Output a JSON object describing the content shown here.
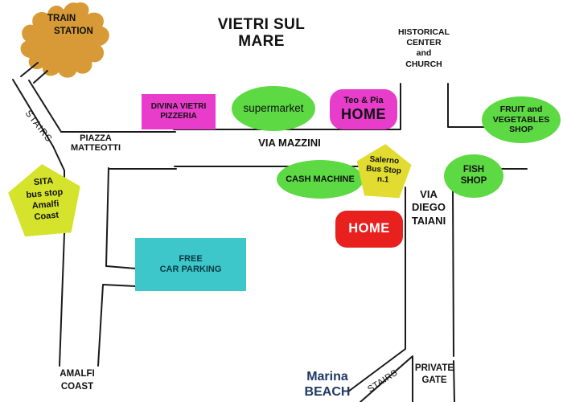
{
  "title": "VIETRI SUL MARE",
  "colors": {
    "train": "#D79A36",
    "magenta": "#E83CCB",
    "green": "#5CD943",
    "yellow": "#E2DC31",
    "lime": "#D5E32C",
    "cyan": "#3EC7CB",
    "red": "#E8201E",
    "navy": "#1F3864",
    "road": "#1A1A1A",
    "background": "#FFFFFF"
  },
  "places": {
    "train_station": {
      "lines": [
        "TRAIN",
        "STATION"
      ]
    },
    "pizzeria": {
      "lines": [
        "DIVINA VIETRI",
        "PIZZERIA"
      ]
    },
    "supermarket": {
      "label": "supermarket"
    },
    "teo_pia_home": {
      "lines": [
        "Teo & Pia",
        "HOME"
      ]
    },
    "historical_center": {
      "lines": [
        "HISTORICAL",
        "CENTER",
        "and",
        "CHURCH"
      ]
    },
    "fruit_shop": {
      "lines": [
        "FRUIT and",
        "VEGETABLES",
        "SHOP"
      ]
    },
    "cash_machine": {
      "label": "CASH MACHINE"
    },
    "salerno_bus_stop": {
      "lines": [
        "Salerno",
        "Bus Stop",
        "n.1"
      ]
    },
    "fish_shop": {
      "lines": [
        "FISH",
        "SHOP"
      ]
    },
    "home": {
      "label": "HOME"
    },
    "sita_bus_stop": {
      "lines": [
        "SITA",
        "bus stop",
        "Amalfi",
        "Coast"
      ]
    },
    "car_parking": {
      "lines": [
        "FREE",
        "CAR PARKING"
      ]
    }
  },
  "streets": {
    "piazza_matteotti": {
      "lines": [
        "PIAZZA",
        "MATTEOTTI"
      ]
    },
    "via_mazzini": {
      "label": "VIA MAZZINI"
    },
    "via_diego_taiani": {
      "lines": [
        "VIA",
        "DIEGO",
        "TAIANI"
      ]
    },
    "stairs_top": {
      "label": "STAIRS"
    },
    "stairs_bottom": {
      "label": "STAIRS"
    },
    "amalfi_coast": {
      "lines": [
        "AMALFI",
        "COAST"
      ]
    },
    "marina_beach": {
      "lines": [
        "Marina",
        "BEACH"
      ]
    },
    "private_gate": {
      "lines": [
        "PRIVATE",
        "GATE"
      ]
    }
  }
}
